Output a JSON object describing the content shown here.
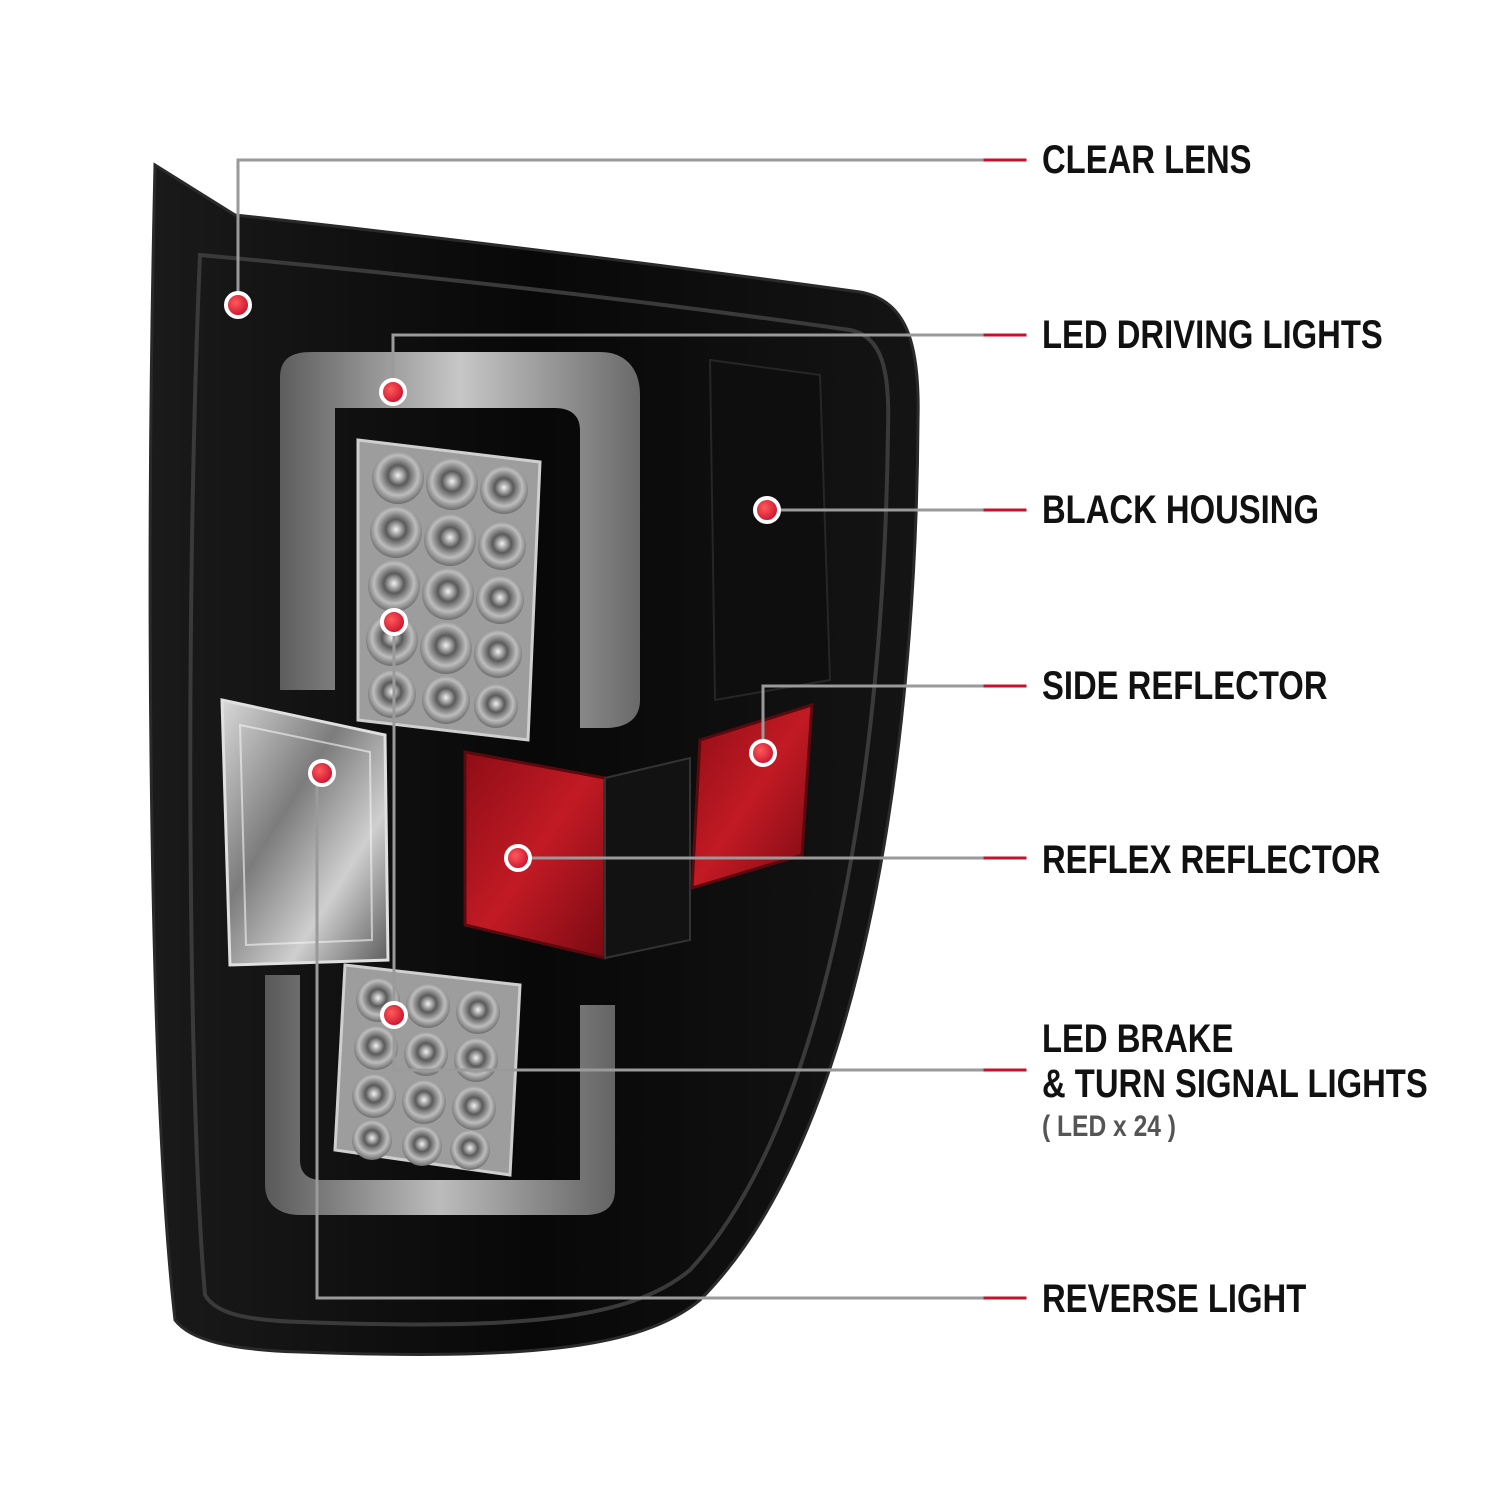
{
  "colors": {
    "accent": "#c8102e",
    "leader": "#9a9a9a",
    "housing": "#0b0b0b",
    "reflector": "#b3121c",
    "label_text": "#111111"
  },
  "callouts": [
    {
      "key": "clear_lens",
      "label": "CLEAR LENS"
    },
    {
      "key": "led_driving_lights",
      "label": "LED DRIVING LIGHTS"
    },
    {
      "key": "black_housing",
      "label": "BLACK HOUSING"
    },
    {
      "key": "side_reflector",
      "label": "SIDE REFLECTOR"
    },
    {
      "key": "reflex_reflector",
      "label": "REFLEX REFLECTOR"
    },
    {
      "key": "led_brake",
      "label": "LED BRAKE",
      "label_line2": "& TURN SIGNAL LIGHTS",
      "sublabel": "( LED x 24 )"
    },
    {
      "key": "reverse_light",
      "label": "REVERSE LIGHT"
    }
  ]
}
